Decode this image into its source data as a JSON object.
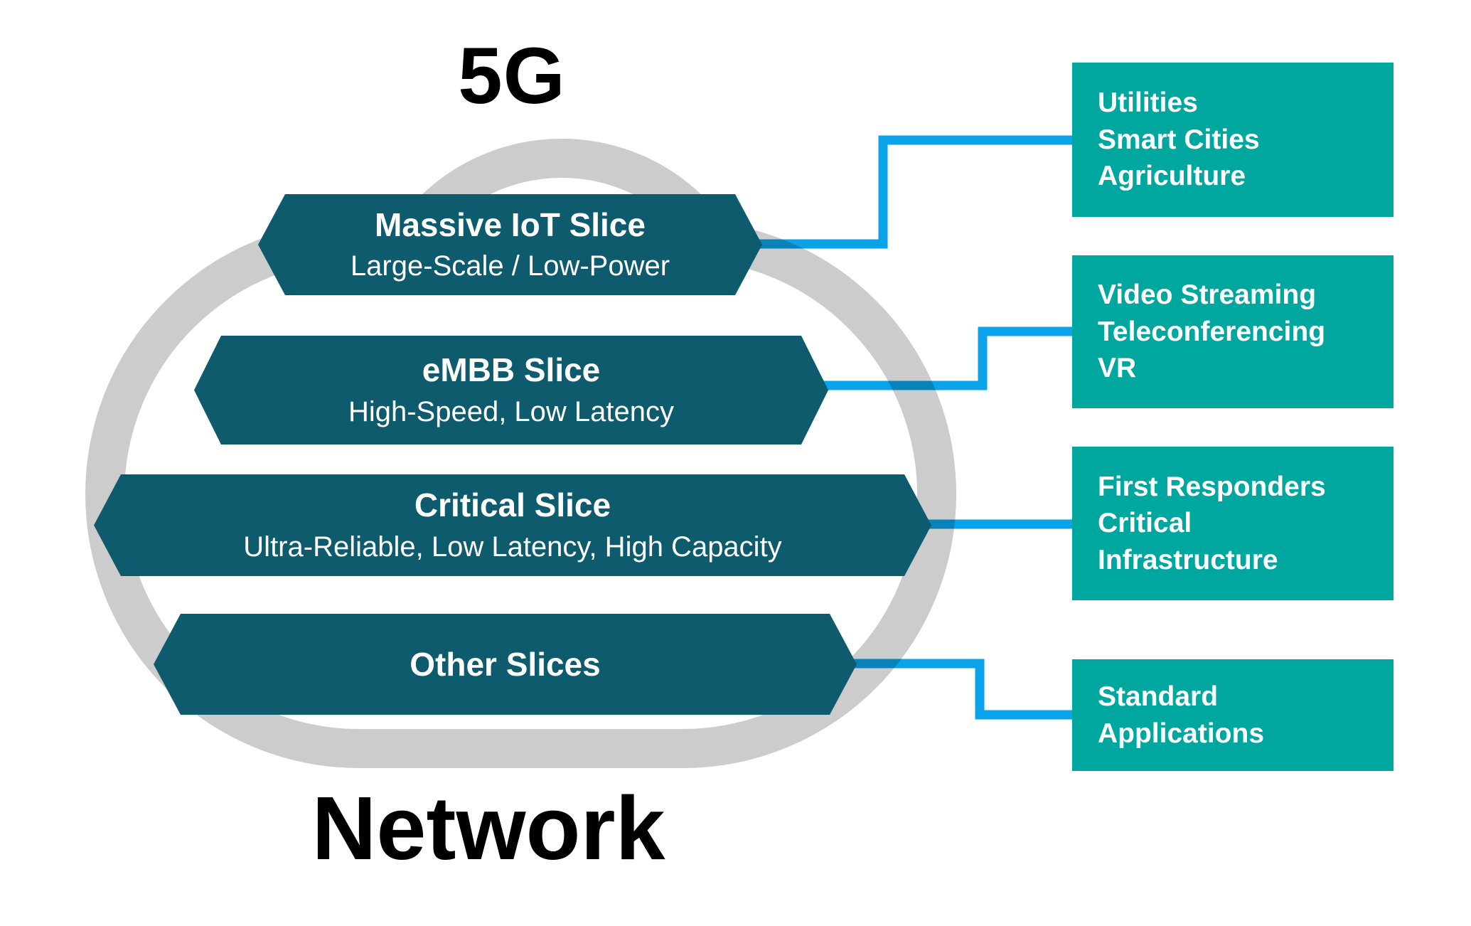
{
  "titles": {
    "top": "5G",
    "bottom": "Network"
  },
  "colors": {
    "slice_fill": "#0d5b6d",
    "app_box_fill": "#00a79e",
    "connector_blue": "#0aa2e8",
    "cloud_gray": "#cccccc",
    "title_black": "#000000",
    "text_white": "#ffffff"
  },
  "slices": [
    {
      "title": "Massive IoT Slice",
      "subtitle": "Large-Scale / Low-Power"
    },
    {
      "title": "eMBB Slice",
      "subtitle": "High-Speed, Low Latency"
    },
    {
      "title": "Critical Slice",
      "subtitle": "Ultra-Reliable, Low Latency, High Capacity"
    },
    {
      "title": "Other Slices",
      "subtitle": ""
    }
  ],
  "applications": [
    {
      "lines": [
        "Utilities",
        "Smart Cities",
        "Agriculture"
      ]
    },
    {
      "lines": [
        "Video Streaming",
        "Teleconferencing",
        "VR"
      ]
    },
    {
      "lines": [
        "First Responders",
        "Critical",
        "Infrastructure"
      ]
    },
    {
      "lines": [
        "Standard",
        "Applications"
      ]
    }
  ]
}
